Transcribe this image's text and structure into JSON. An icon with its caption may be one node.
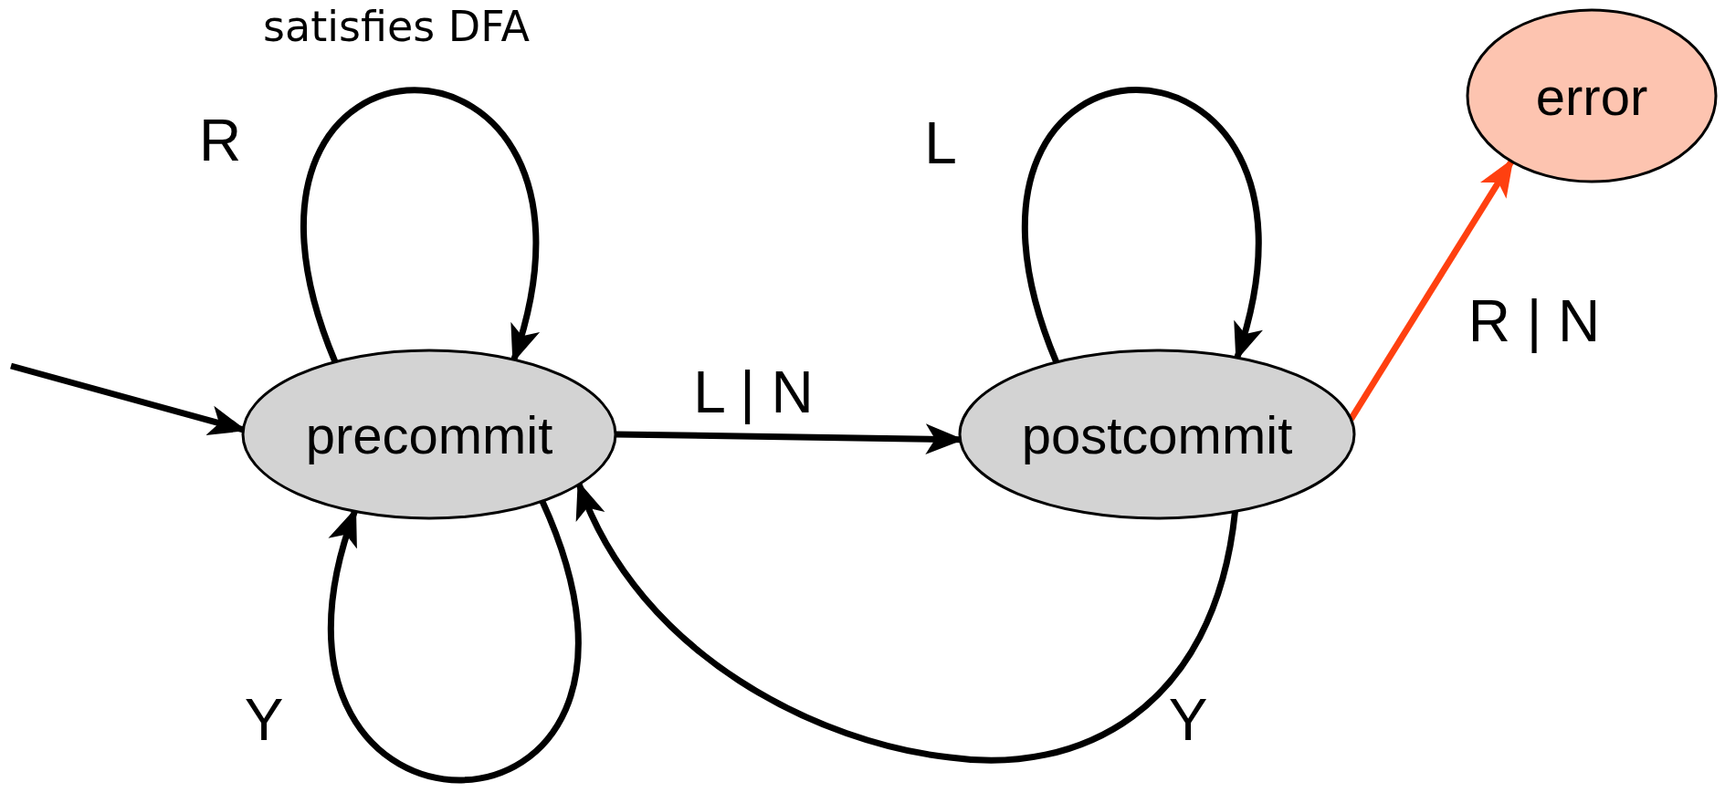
{
  "diagram": {
    "title": "satisfies DFA",
    "nodes": [
      {
        "text": [
          "precommit"
        ]
      },
      {
        "text": [
          "postcommit"
        ]
      },
      {
        "text": [
          "error"
        ]
      }
    ],
    "edges": [
      {
        "from": null,
        "to": 0,
        "arrow": "to"
      },
      {
        "from": 0,
        "to": 0,
        "label": "R",
        "arrow": "to"
      },
      {
        "from": 0,
        "to": 1,
        "label": "L | N",
        "arrow": "to"
      },
      {
        "from": 1,
        "to": 1,
        "label": "L",
        "arrow": "to"
      },
      {
        "from": 1,
        "to": 2,
        "label": "R | N",
        "arrow": "to",
        "color": "#ff4010"
      },
      {
        "from": 0,
        "to": 0,
        "label": "Y",
        "arrow": "to"
      },
      {
        "from": 1,
        "to": 0,
        "label": "Y",
        "arrow": "to"
      }
    ]
  }
}
